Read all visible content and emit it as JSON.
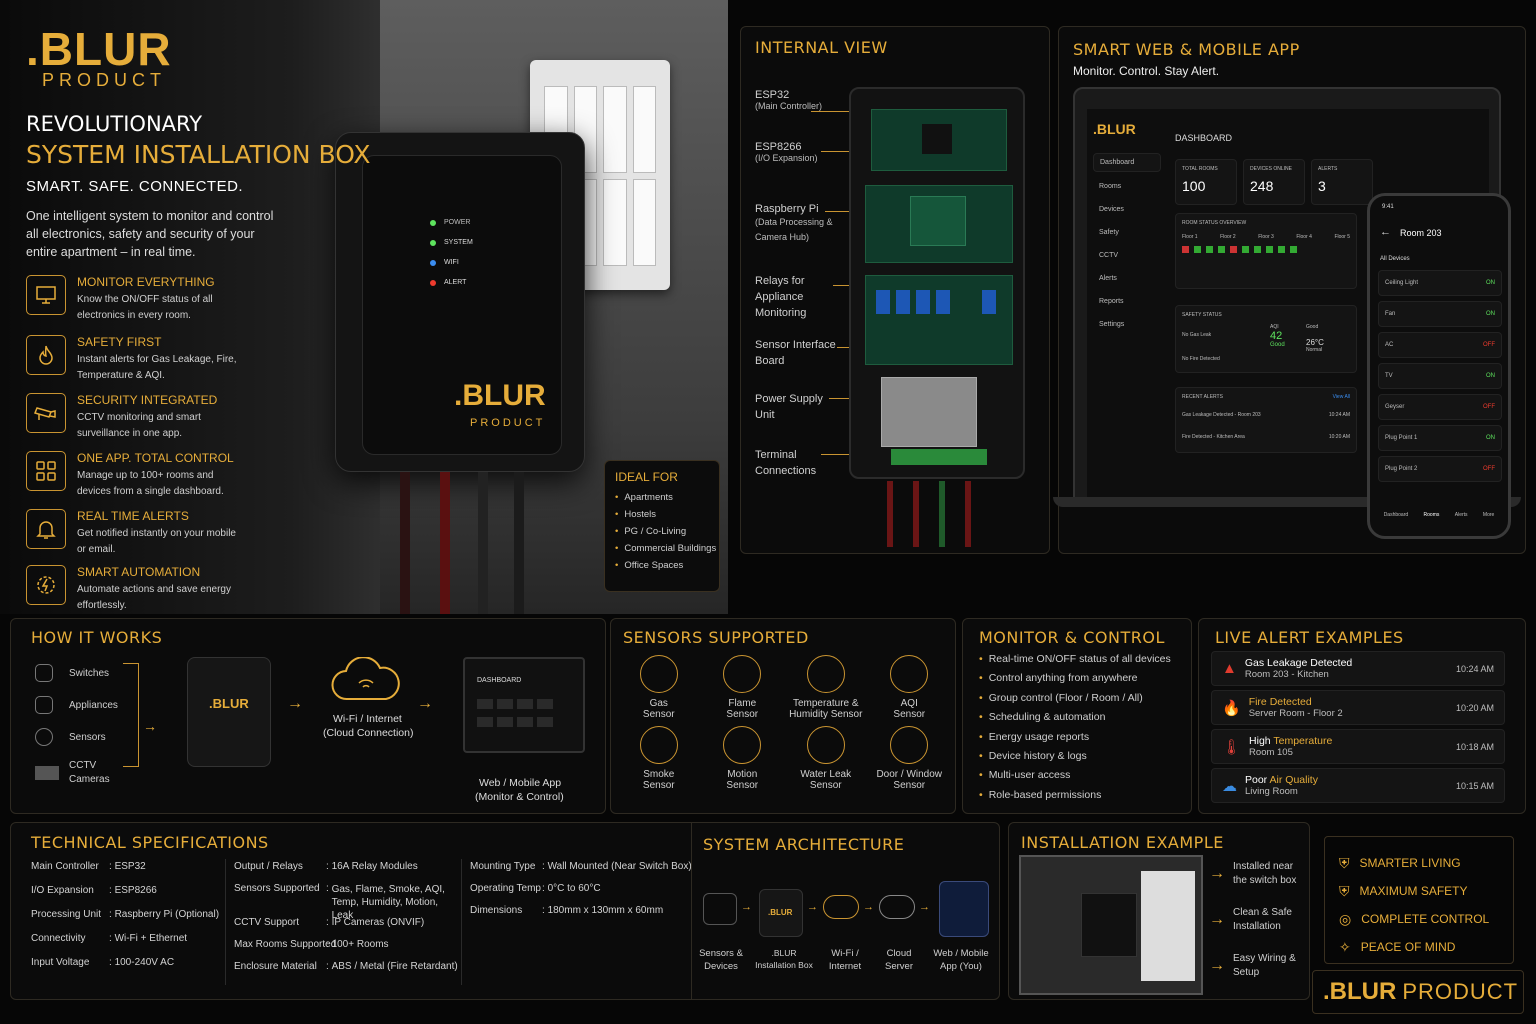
{
  "brand": {
    "name": ".BLUR",
    "sub": "PRODUCT"
  },
  "hero": {
    "line1": "REVOLUTIONARY",
    "line2": "SYSTEM INSTALLATION BOX",
    "tagline": "SMART. SAFE. CONNECTED.",
    "desc": "One intelligent system to monitor and control all electronics, safety and security of your entire apartment – in real time."
  },
  "features": [
    {
      "title": "MONITOR EVERYTHING",
      "desc": "Know the ON/OFF status of all electronics in every room."
    },
    {
      "title": "SAFETY FIRST",
      "desc": "Instant alerts for Gas Leakage, Fire, Temperature & AQI."
    },
    {
      "title": "SECURITY INTEGRATED",
      "desc": "CCTV monitoring and smart surveillance in one app."
    },
    {
      "title": "ONE APP. TOTAL CONTROL",
      "desc": "Manage up to 100+ rooms and devices from a single dashboard."
    },
    {
      "title": "REAL TIME ALERTS",
      "desc": "Get notified instantly on your mobile or email."
    },
    {
      "title": "SMART AUTOMATION",
      "desc": "Automate actions and save energy effortlessly."
    }
  ],
  "device": {
    "leds": [
      "POWER",
      "SYSTEM",
      "WIFI",
      "ALERT"
    ],
    "brand": ".BLUR",
    "sub": "PRODUCT"
  },
  "ideal": {
    "title": "IDEAL FOR",
    "items": [
      "Apartments",
      "Hostels",
      "PG / Co-Living",
      "Commercial Buildings",
      "Office Spaces"
    ]
  },
  "internal": {
    "title": "INTERNAL VIEW",
    "labels": [
      {
        "t": "ESP32",
        "s": "(Main Controller)"
      },
      {
        "t": "ESP8266",
        "s": "(I/O Expansion)"
      },
      {
        "t": "Raspberry Pi",
        "s": "(Data Processing & Camera Hub)"
      },
      {
        "t": "Relays for Appliance Monitoring",
        "s": ""
      },
      {
        "t": "Sensor Interface Board",
        "s": ""
      },
      {
        "t": "Power Supply Unit",
        "s": ""
      },
      {
        "t": "Terminal Connections",
        "s": ""
      }
    ]
  },
  "app": {
    "title": "SMART WEB & MOBILE APP",
    "subtitle": "Monitor. Control. Stay Alert.",
    "dash_title": "DASHBOARD",
    "side": [
      "Dashboard",
      "Rooms",
      "Devices",
      "Safety",
      "CCTV",
      "Alerts",
      "Reports",
      "Settings"
    ],
    "stats": [
      {
        "l": "TOTAL ROOMS",
        "v": "100"
      },
      {
        "l": "DEVICES ONLINE",
        "v": "248"
      },
      {
        "l": "ALERTS",
        "v": "3"
      }
    ],
    "room_overview": "ROOM STATUS OVERVIEW",
    "floors": [
      "Floor 1",
      "Floor 2",
      "Floor 3",
      "Floor 4",
      "Floor 5"
    ],
    "safety": "SAFETY STATUS",
    "safety_items": [
      "No Gas Leak",
      "No Fire Detected"
    ],
    "aqi": {
      "label": "AQI",
      "value": "42",
      "status": "Good",
      "status2": "Good",
      "temp": "26°C",
      "temp_status": "Normal"
    },
    "recent": "RECENT ALERTS",
    "view_all": "View All",
    "recent_items": [
      {
        "t": "Gas Leakage Detected - Room 203",
        "time": "10:24 AM"
      },
      {
        "t": "Fire Detected - Kitchen Area",
        "time": "10:20 AM"
      }
    ],
    "phone": {
      "time": "9:41",
      "room": "Room 203",
      "all": "All Devices",
      "devices": [
        {
          "n": "Ceiling Light",
          "s": "ON"
        },
        {
          "n": "Fan",
          "s": "ON"
        },
        {
          "n": "AC",
          "s": "OFF"
        },
        {
          "n": "TV",
          "s": "ON"
        },
        {
          "n": "Geyser",
          "s": "OFF"
        },
        {
          "n": "Plug Point 1",
          "s": "ON"
        },
        {
          "n": "Plug Point 2",
          "s": "OFF"
        }
      ],
      "nav": [
        "Dashboard",
        "Rooms",
        "Alerts",
        "More"
      ]
    }
  },
  "how": {
    "title": "HOW IT WORKS",
    "inputs": [
      "Switches",
      "Appliances",
      "Sensors",
      "CCTV Cameras"
    ],
    "box": ".BLUR",
    "cloud": "Wi-Fi / Internet",
    "cloud2": "(Cloud Connection)",
    "laptop": "DASHBOARD",
    "app": "Web / Mobile App",
    "app2": "(Monitor & Control)"
  },
  "sensors": {
    "title": "SENSORS SUPPORTED",
    "items": [
      {
        "a": "Gas",
        "b": "Sensor"
      },
      {
        "a": "Flame",
        "b": "Sensor"
      },
      {
        "a": "Temperature &",
        "b": "Humidity Sensor"
      },
      {
        "a": "AQI",
        "b": "Sensor"
      },
      {
        "a": "Smoke",
        "b": "Sensor"
      },
      {
        "a": "Motion",
        "b": "Sensor"
      },
      {
        "a": "Water Leak",
        "b": "Sensor"
      },
      {
        "a": "Door / Window",
        "b": "Sensor"
      }
    ]
  },
  "monitor": {
    "title": "MONITOR & CONTROL",
    "items": [
      "Real-time ON/OFF status of all devices",
      "Control anything from anywhere",
      "Group control (Floor / Room / All)",
      "Scheduling & automation",
      "Energy usage reports",
      "Device history & logs",
      "Multi-user access",
      "Role-based permissions"
    ]
  },
  "alerts": {
    "title": "LIVE ALERT EXAMPLES",
    "items": [
      {
        "a": "Gas Leakage Detected",
        "h": "",
        "loc": "Room 203 - Kitchen",
        "time": "10:24 AM",
        "c": "#e03b2e"
      },
      {
        "a": "",
        "h": "Fire Detected",
        "loc": "Server Room - Floor 2",
        "time": "10:20 AM",
        "c": "#ef6a22"
      },
      {
        "a": "High ",
        "h": "Temperature",
        "loc": "Room 105",
        "time": "10:18 AM",
        "c": "#e0413a"
      },
      {
        "a": "Poor ",
        "h": "Air Quality",
        "loc": "Living Room",
        "time": "10:15 AM",
        "c": "#3a8be0"
      }
    ]
  },
  "tech": {
    "title": "TECHNICAL SPECIFICATIONS",
    "col1": [
      [
        "Main Controller",
        "ESP32"
      ],
      [
        "I/O Expansion",
        "ESP8266"
      ],
      [
        "Processing Unit",
        "Raspberry Pi (Optional)"
      ],
      [
        "Connectivity",
        "Wi-Fi + Ethernet"
      ],
      [
        "Input Voltage",
        "100-240V AC"
      ]
    ],
    "col2": [
      [
        "Output / Relays",
        "16A Relay Modules"
      ],
      [
        "Sensors Supported",
        "Gas, Flame, Smoke, AQI, Temp, Humidity, Motion, Leak"
      ],
      [
        "CCTV Support",
        "IP Cameras (ONVIF)"
      ],
      [
        "Max Rooms Supported",
        "100+ Rooms"
      ],
      [
        "Enclosure Material",
        "ABS / Metal (Fire Retardant)"
      ]
    ],
    "col3": [
      [
        "Mounting Type",
        "Wall Mounted (Near Switch Box)"
      ],
      [
        "Operating Temp",
        "0°C to 60°C"
      ],
      [
        "Dimensions",
        "180mm x 130mm x 60mm"
      ]
    ]
  },
  "arch": {
    "title": "SYSTEM ARCHITECTURE",
    "nodes": [
      "Sensors & Devices",
      ".BLUR Installation Box",
      "Wi-Fi / Internet",
      "Cloud Server",
      "Web / Mobile App (You)"
    ],
    "box": ".BLUR"
  },
  "install": {
    "title": "INSTALLATION EXAMPLE",
    "notes": [
      "Installed near the switch box",
      "Clean & Safe Installation",
      "Easy Wiring & Setup"
    ]
  },
  "benefits": [
    "SMARTER LIVING",
    "MAXIMUM SAFETY",
    "COMPLETE CONTROL",
    "PEACE OF MIND"
  ],
  "footer": {
    "a": ".BLUR",
    "b": "PRODUCT"
  }
}
